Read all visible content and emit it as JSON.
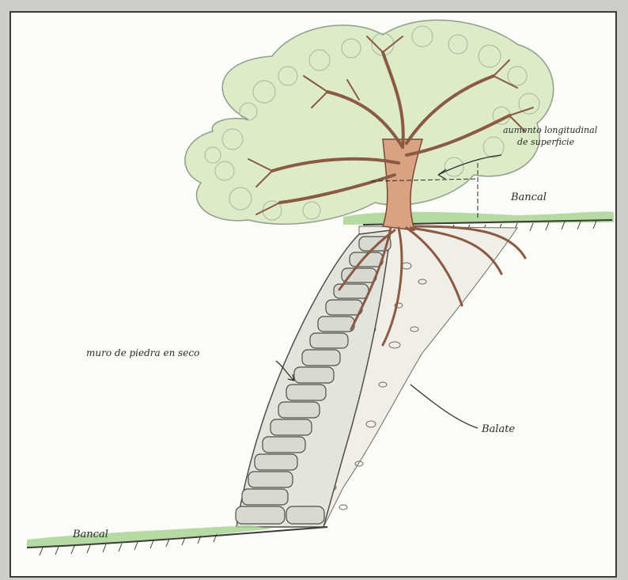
{
  "labels": {
    "crown_growth_line1": "aumento longitudinal",
    "crown_growth_line2": "de superficie",
    "upper_terrace": "Bancal",
    "lower_terrace": "Bancal",
    "dry_stone_wall": "muro de piedra en seco",
    "fill": "Balate"
  },
  "colors": {
    "paper": "#fbfbf8",
    "outer_background": "#cdcdc9",
    "foliage": "#dcebc6",
    "foliage_outline": "#8a9a86",
    "trunk": "#d9a383",
    "trunk_outline": "#7a4a34",
    "stone": "#d9d9d4",
    "stone_outline": "#4e4e4a",
    "grass": "#8ec47c",
    "soil_line": "#3a3a36"
  }
}
